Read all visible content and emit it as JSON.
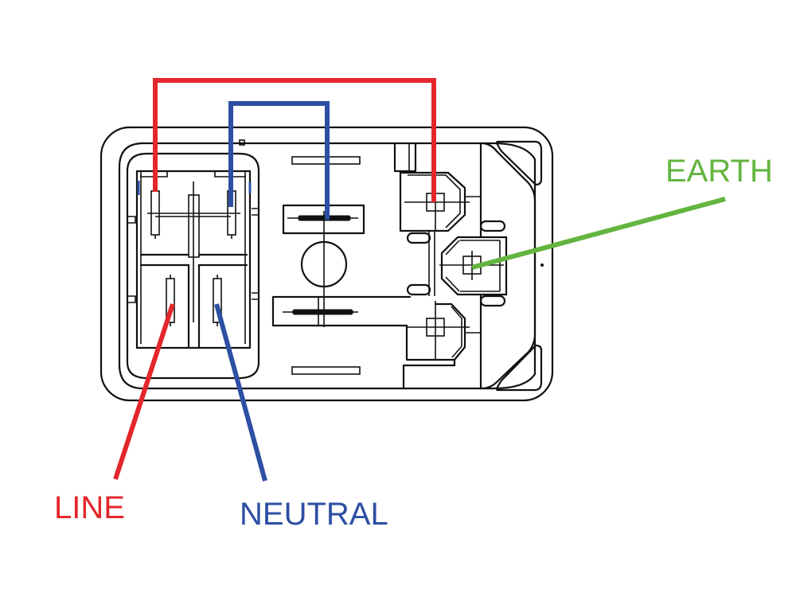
{
  "diagram": {
    "title": "IEC inlet with switch - wiring diagram",
    "labels": {
      "line": "LINE",
      "neutral": "NEUTRAL",
      "earth": "EARTH"
    },
    "wires": [
      {
        "name": "line",
        "label": "LINE",
        "color": "#e3262b"
      },
      {
        "name": "neutral",
        "label": "NEUTRAL",
        "color": "#2d4fa3"
      },
      {
        "name": "earth",
        "label": "EARTH",
        "color": "#63b53f"
      }
    ],
    "colors": {
      "line": "#e3262b",
      "neutral": "#2d4fa3",
      "earth": "#63b53f",
      "outline": "#111111",
      "background": "#ffffff"
    }
  }
}
